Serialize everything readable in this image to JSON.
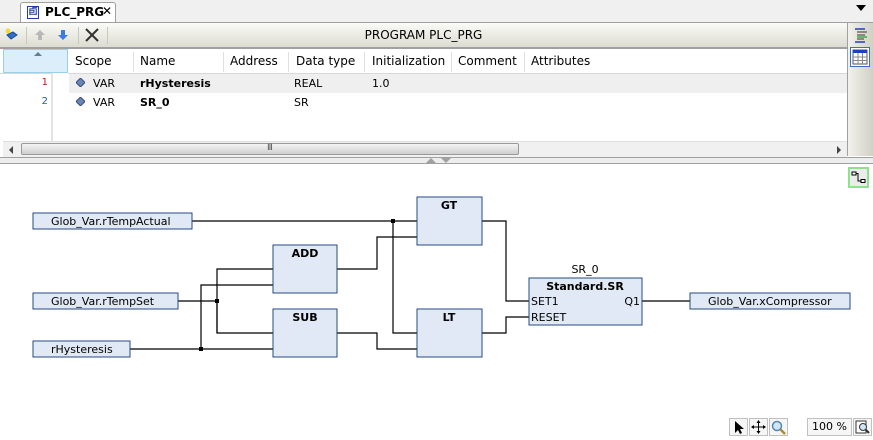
{
  "tab": {
    "label": "PLC_PRG",
    "close": "✕",
    "icon": "program-document-icon"
  },
  "toolbar": {
    "title": "PROGRAM PLC_PRG",
    "buttons": [
      {
        "name": "insert-variable",
        "icon": "new-variable-icon"
      },
      {
        "name": "move-up",
        "icon": "arrow-up-icon"
      },
      {
        "name": "move-down",
        "icon": "arrow-down-icon"
      },
      {
        "name": "delete",
        "icon": "delete-x-icon",
        "glyph": "✕"
      }
    ]
  },
  "side_panel": {
    "text_view": "textual-view-icon",
    "table_view": "tabular-view-icon"
  },
  "var_table": {
    "columns": [
      "Scope",
      "Name",
      "Address",
      "Data type",
      "Initialization",
      "Comment",
      "Attributes"
    ],
    "rows": [
      {
        "line": "1",
        "scope": "VAR",
        "name": "rHysteresis",
        "address": "",
        "type": "REAL",
        "init": "1.0",
        "comment": "",
        "attributes": ""
      },
      {
        "line": "2",
        "scope": "VAR",
        "name": "SR_0",
        "address": "",
        "type": "SR",
        "init": "",
        "comment": "",
        "attributes": ""
      }
    ],
    "scroll_grip": "III"
  },
  "fbd": {
    "inputs": [
      "Glob_Var.rTempActual",
      "Glob_Var.rTempSet",
      "rHysteresis"
    ],
    "blocks": {
      "add": "ADD",
      "sub": "SUB",
      "gt": "GT",
      "lt": "LT"
    },
    "sr": {
      "instance": "SR_0",
      "type": "Standard.SR",
      "in1": "SET1",
      "in2": "RESET",
      "out": "Q1"
    },
    "output": "Glob_Var.xCompressor",
    "colors": {
      "block_fill": "#e2e9f6",
      "block_border": "#274a7c",
      "wire": "#000000"
    }
  },
  "bottom": {
    "zoom": "100 %",
    "pointer": "pointer-icon",
    "pan": "pan-icon",
    "magnifier": "magnifier-icon",
    "zoom_dialog": "zoom-dialog-icon"
  }
}
